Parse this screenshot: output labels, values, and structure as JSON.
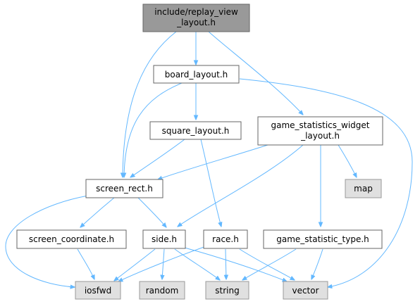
{
  "graph": {
    "nodes": {
      "replay_view_layout": [
        "include/replay_view",
        "_layout.h"
      ],
      "board_layout": [
        "board_layout.h"
      ],
      "square_layout": [
        "square_layout.h"
      ],
      "game_statistics_widget_layout": [
        "game_statistics_widget",
        "_layout.h"
      ],
      "screen_rect": [
        "screen_rect.h"
      ],
      "map": [
        "map"
      ],
      "screen_coordinate": [
        "screen_coordinate.h"
      ],
      "side": [
        "side.h"
      ],
      "race": [
        "race.h"
      ],
      "game_statistic_type": [
        "game_statistic_type.h"
      ],
      "iosfwd": [
        "iosfwd"
      ],
      "random": [
        "random"
      ],
      "string": [
        "string"
      ],
      "vector": [
        "vector"
      ]
    },
    "colors": {
      "edge": "#63b8ff",
      "root_fill": "#999999",
      "system_fill": "#e0e0e0",
      "node_border": "#666666"
    }
  }
}
